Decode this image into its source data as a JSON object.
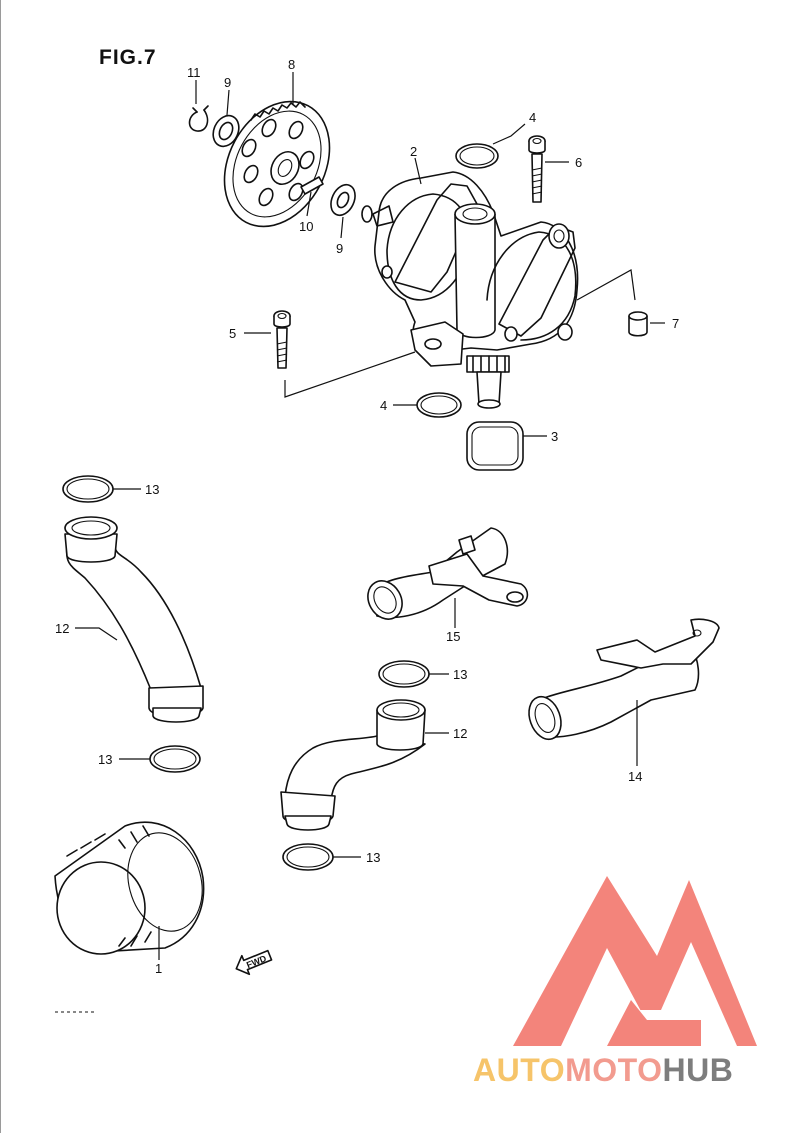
{
  "figure": {
    "title": "FIG.7"
  },
  "callouts": {
    "c1": "1",
    "c2": "2",
    "c3": "3",
    "c4a": "4",
    "c4b": "4",
    "c5": "5",
    "c6": "6",
    "c7": "7",
    "c8": "8",
    "c9a": "9",
    "c9b": "9",
    "c10": "10",
    "c11": "11",
    "c12a": "12",
    "c12b": "12",
    "c13a": "13",
    "c13b": "13",
    "c13c": "13",
    "c13d": "13",
    "c14": "14",
    "c15": "15"
  },
  "fwd_marker": {
    "label": "FWD"
  },
  "watermark": {
    "part1": "AUTO",
    "part2": "MOTO",
    "part3": "HUB"
  },
  "colors": {
    "watermark_red": "#f05c50",
    "watermark_yellow": "#f6c46a",
    "watermark_grey": "#7d7d7d",
    "line": "#111111"
  }
}
